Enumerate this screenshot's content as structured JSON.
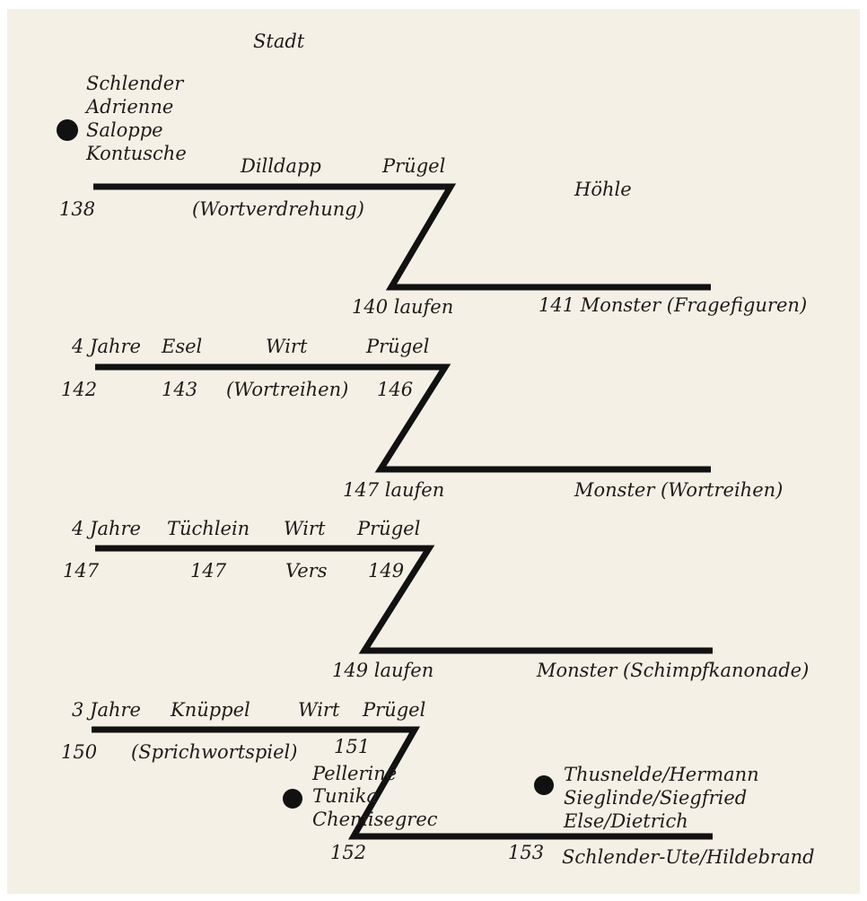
{
  "top": {
    "stadt": "Stadt",
    "hoehle": "Höhle",
    "clothing": [
      "Schlender",
      "Adrienne",
      "Saloppe",
      "Kontusche"
    ]
  },
  "episodes": [
    {
      "upper": [
        "Dilldapp",
        "Prügel"
      ],
      "lower": [
        "138",
        "(Wortverdrehung)"
      ],
      "bottom": [
        "140 laufen",
        "141 Monster (Fragefiguren)"
      ]
    },
    {
      "upper": [
        "4 Jahre",
        "Esel",
        "Wirt",
        "Prügel"
      ],
      "lower": [
        "142",
        "143",
        "(Wortreihen)",
        "146"
      ],
      "bottom": [
        "147 laufen",
        "Monster (Wortreihen)"
      ]
    },
    {
      "upper": [
        "4 Jahre",
        "Tüchlein",
        "Wirt",
        "Prügel"
      ],
      "lower": [
        "147",
        "147",
        "Vers",
        "149"
      ],
      "bottom": [
        "149 laufen",
        "Monster (Schimpfkanonade)"
      ]
    },
    {
      "upper": [
        "3 Jahre",
        "Knüppel",
        "Wirt",
        "Prügel"
      ],
      "lower": [
        "150",
        "(Sprichwortspiel)",
        "151"
      ],
      "bottom": [
        "152",
        "153",
        "Schlender-Ute/Hildebrand"
      ]
    }
  ],
  "end": {
    "clothing": [
      "Pelleriné",
      "Tunika",
      "Chemisegrec"
    ],
    "couples": [
      "Thusnelde/Hermann",
      "Sieglinde/Siegfried",
      "Else/Dietrich"
    ]
  }
}
